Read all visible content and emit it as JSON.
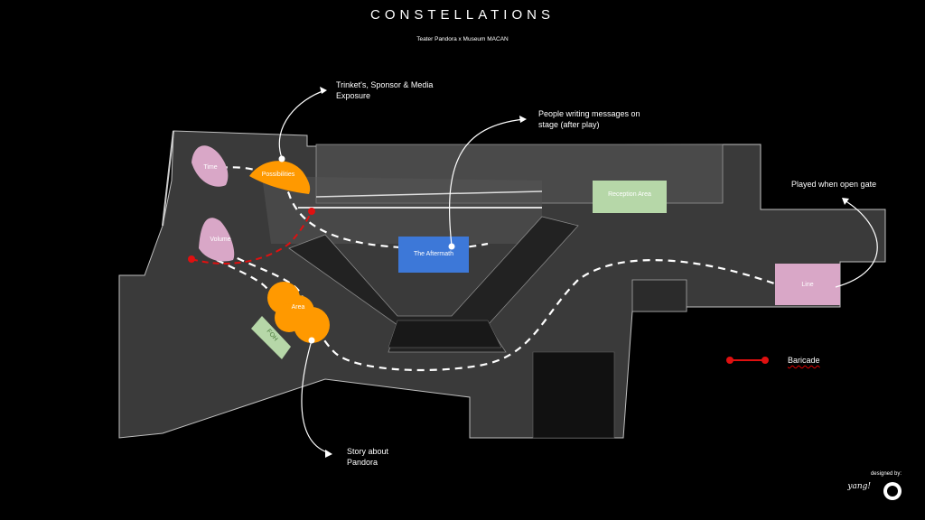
{
  "header": {
    "title": "CONSTELLATIONS",
    "subtitle": "Teater Pandora x Museum MACAN"
  },
  "zones": {
    "time": "Time",
    "volume": "Volume",
    "possibilities": "Possibilities",
    "area": "Area",
    "foh": "FOH",
    "aftermath": "The Aftermath",
    "reception": "Reception Area",
    "line": "Line"
  },
  "notes": {
    "trinkets": "Trinket's, Sponsor & Media Exposure",
    "messages": "People writing messages on stage (after play)",
    "gate": "Played when open gate",
    "story": "Story about Pandora"
  },
  "legend": {
    "baricade": "Baricade"
  },
  "credits": {
    "designed_by": "designed by:",
    "signature": "yang!"
  },
  "colors": {
    "pink": "#d9a7c7",
    "orange": "#ff9900",
    "green": "#b6d7a8",
    "blue": "#3d78d8",
    "baricade": "#e01010"
  }
}
